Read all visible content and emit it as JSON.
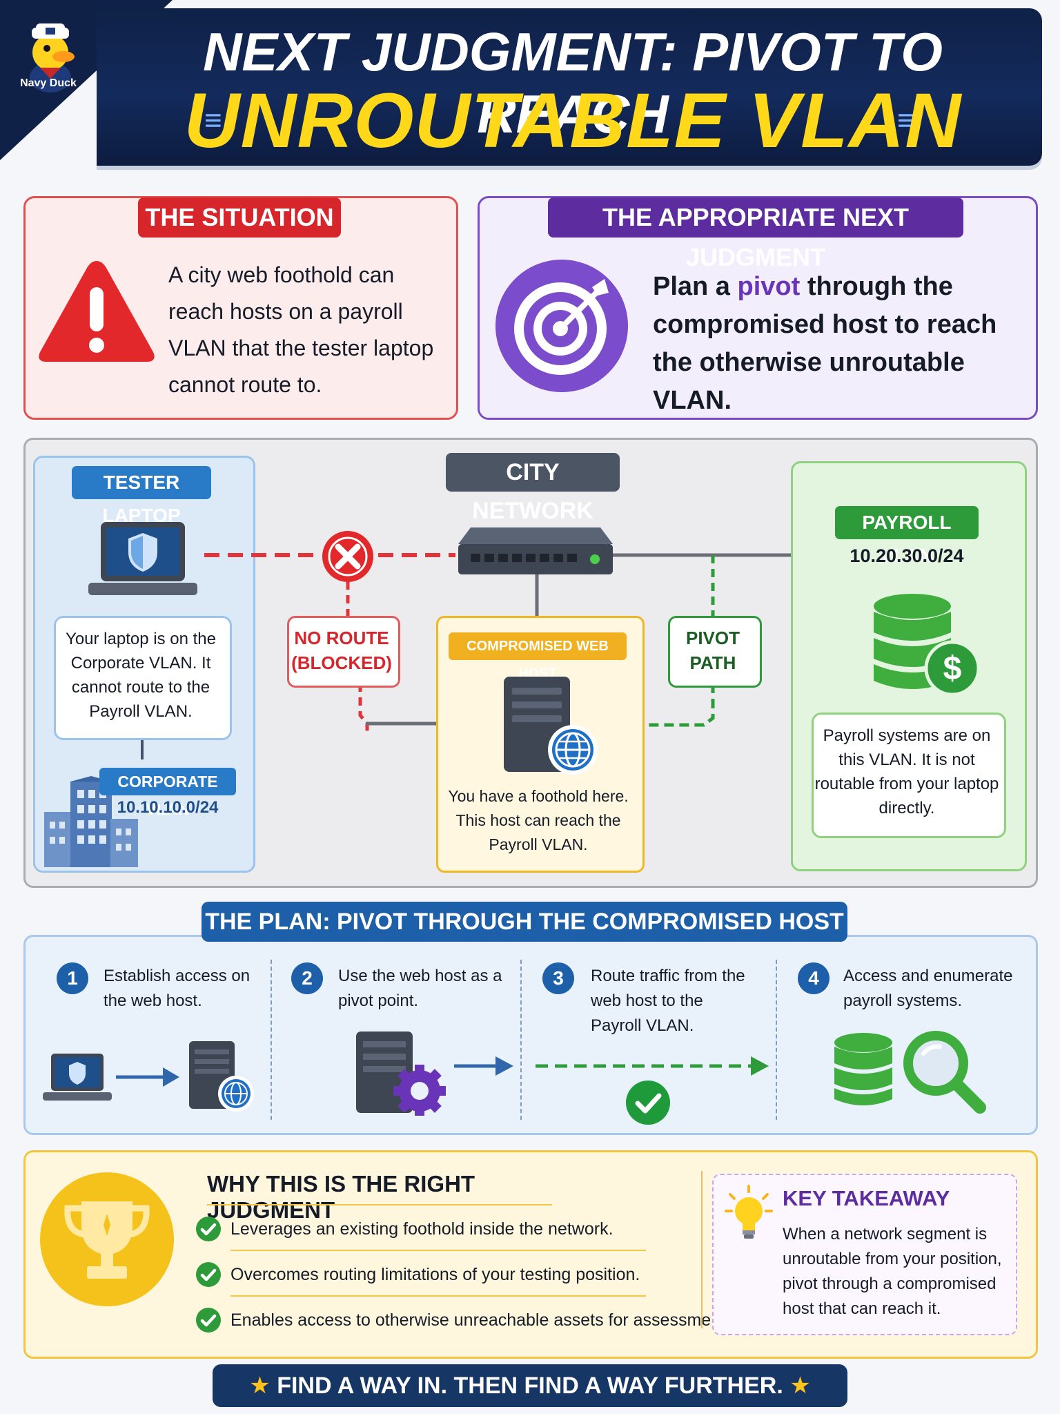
{
  "header": {
    "logo_text": "Navy Duck",
    "title_line1": "NEXT JUDGMENT: PIVOT TO REACH",
    "title_line2": "UNROUTABLE VLAN"
  },
  "situation": {
    "label": "THE SITUATION",
    "text": "A city web foothold can reach hosts on a payroll VLAN that the tester laptop cannot route to."
  },
  "judgment": {
    "label": "THE APPROPRIATE NEXT JUDGMENT",
    "text_before": "Plan a ",
    "highlight": "pivot",
    "text_after": " through the compromised host to reach the otherwise unroutable VLAN."
  },
  "network": {
    "title": "CITY NETWORK",
    "tester": {
      "label": "TESTER LAPTOP",
      "note": "Your laptop is on the Corporate VLAN. It cannot route to the Payroll VLAN.",
      "vlan_label": "CORPORATE VLAN",
      "vlan_ip": "10.10.10.0/24"
    },
    "no_route": {
      "line1": "NO ROUTE",
      "line2": "(BLOCKED)"
    },
    "pivot_path": {
      "line1": "PIVOT",
      "line2": "PATH"
    },
    "web_host": {
      "label": "COMPROMISED WEB HOST",
      "note": "You have a foothold here. This host can reach the Payroll VLAN."
    },
    "payroll": {
      "label": "PAYROLL VLAN",
      "ip": "10.20.30.0/24",
      "note": "Payroll systems are on this VLAN. It is not routable from your laptop directly."
    }
  },
  "plan": {
    "title": "THE PLAN: PIVOT THROUGH THE COMPROMISED HOST",
    "steps": [
      {
        "num": "1",
        "text": "Establish access on the web host."
      },
      {
        "num": "2",
        "text": "Use the web host as a pivot point."
      },
      {
        "num": "3",
        "text": "Route traffic from the web host to the Payroll VLAN."
      },
      {
        "num": "4",
        "text": "Access and enumerate payroll systems."
      }
    ]
  },
  "why": {
    "title": "WHY THIS IS THE RIGHT JUDGMENT",
    "items": [
      "Leverages an existing foothold inside the network.",
      "Overcomes routing limitations of your testing position.",
      "Enables access to otherwise unreachable assets for assessment."
    ]
  },
  "takeaway": {
    "title": "KEY TAKEAWAY",
    "text": "When a network segment is unroutable from your position, pivot through a compromised host that can reach it."
  },
  "footer": {
    "text": "FIND A WAY IN. THEN FIND A WAY FURTHER."
  },
  "colors": {
    "header_navy": "#0f2147",
    "title_yellow": "#ffd81a",
    "situation_red": "#d7262b",
    "judgment_purple": "#5d2c9e",
    "tester_blue": "#2a7bc7",
    "payroll_green": "#2e9b3a",
    "webhost_amber": "#f0b020"
  },
  "icons": [
    "duck-mascot-icon",
    "warning-icon",
    "target-icon",
    "laptop-icon",
    "shield-icon",
    "blocked-x-icon",
    "switch-icon",
    "server-icon",
    "globe-icon",
    "database-icon",
    "dollar-icon",
    "building-icon",
    "gear-icon",
    "check-icon",
    "magnifier-icon",
    "trophy-icon",
    "lightbulb-icon",
    "star-icon"
  ]
}
